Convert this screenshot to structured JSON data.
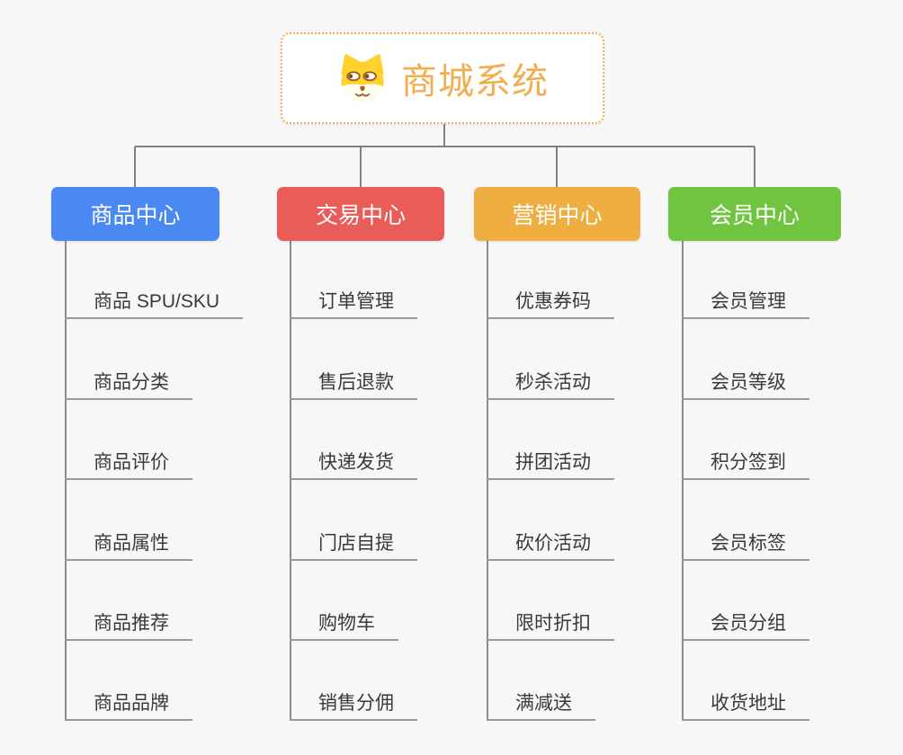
{
  "root": {
    "title": "商城系统",
    "icon": "dog-icon",
    "border_color": "#f3ac49",
    "title_color": "#f1ae4f"
  },
  "connector_color": "#808080",
  "underline_color": "#9a9a9a",
  "branches": [
    {
      "label": "商品中心",
      "color": "#4a89f3",
      "items": [
        "商品 SPU/SKU",
        "商品分类",
        "商品评价",
        "商品属性",
        "商品推荐",
        "商品品牌"
      ]
    },
    {
      "label": "交易中心",
      "color": "#e95c57",
      "items": [
        "订单管理",
        "售后退款",
        "快递发货",
        "门店自提",
        "购物车",
        "销售分佣"
      ]
    },
    {
      "label": "营销中心",
      "color": "#efae42",
      "items": [
        "优惠券码",
        "秒杀活动",
        "拼团活动",
        "砍价活动",
        "限时折扣",
        "满减送"
      ]
    },
    {
      "label": "会员中心",
      "color": "#70c440",
      "items": [
        "会员管理",
        "会员等级",
        "积分签到",
        "会员标签",
        "会员分组",
        "收货地址"
      ]
    }
  ]
}
